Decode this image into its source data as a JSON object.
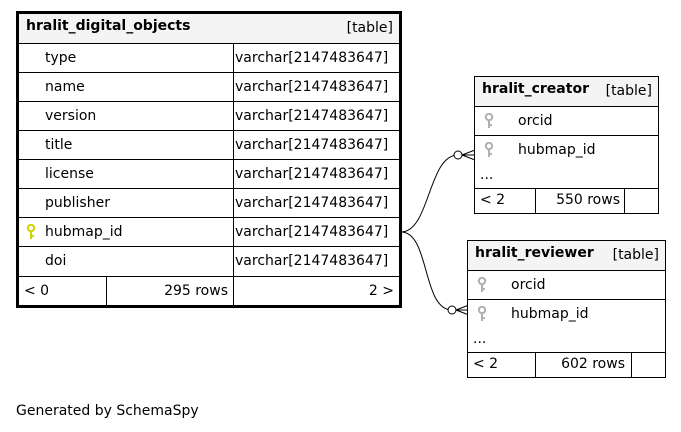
{
  "footer": "Generated by SchemaSpy",
  "tables": {
    "main": {
      "name": "hralit_digital_objects",
      "tag": "[table]",
      "columns": [
        {
          "name": "type",
          "type": "varchar[2147483647]",
          "key": false
        },
        {
          "name": "name",
          "type": "varchar[2147483647]",
          "key": false
        },
        {
          "name": "version",
          "type": "varchar[2147483647]",
          "key": false
        },
        {
          "name": "title",
          "type": "varchar[2147483647]",
          "key": false
        },
        {
          "name": "license",
          "type": "varchar[2147483647]",
          "key": false
        },
        {
          "name": "publisher",
          "type": "varchar[2147483647]",
          "key": false
        },
        {
          "name": "hubmap_id",
          "type": "varchar[2147483647]",
          "key": true
        },
        {
          "name": "doi",
          "type": "varchar[2147483647]",
          "key": false
        }
      ],
      "footer": {
        "parents": "< 0",
        "rows": "295 rows",
        "children": "2 >"
      }
    },
    "creator": {
      "name": "hralit_creator",
      "tag": "[table]",
      "columns": [
        {
          "name": "orcid",
          "key": true
        },
        {
          "name": "hubmap_id",
          "key": true
        }
      ],
      "ellipsis": "...",
      "footer": {
        "parents": "< 2",
        "rows": "550 rows"
      }
    },
    "reviewer": {
      "name": "hralit_reviewer",
      "tag": "[table]",
      "columns": [
        {
          "name": "orcid",
          "key": true
        },
        {
          "name": "hubmap_id",
          "key": true
        }
      ],
      "ellipsis": "...",
      "footer": {
        "parents": "< 2",
        "rows": "602 rows"
      }
    }
  },
  "colors": {
    "header_bg": "#f4f4f4",
    "primary_key": "#d4d400",
    "foreign_key": "#b0b0b0"
  }
}
